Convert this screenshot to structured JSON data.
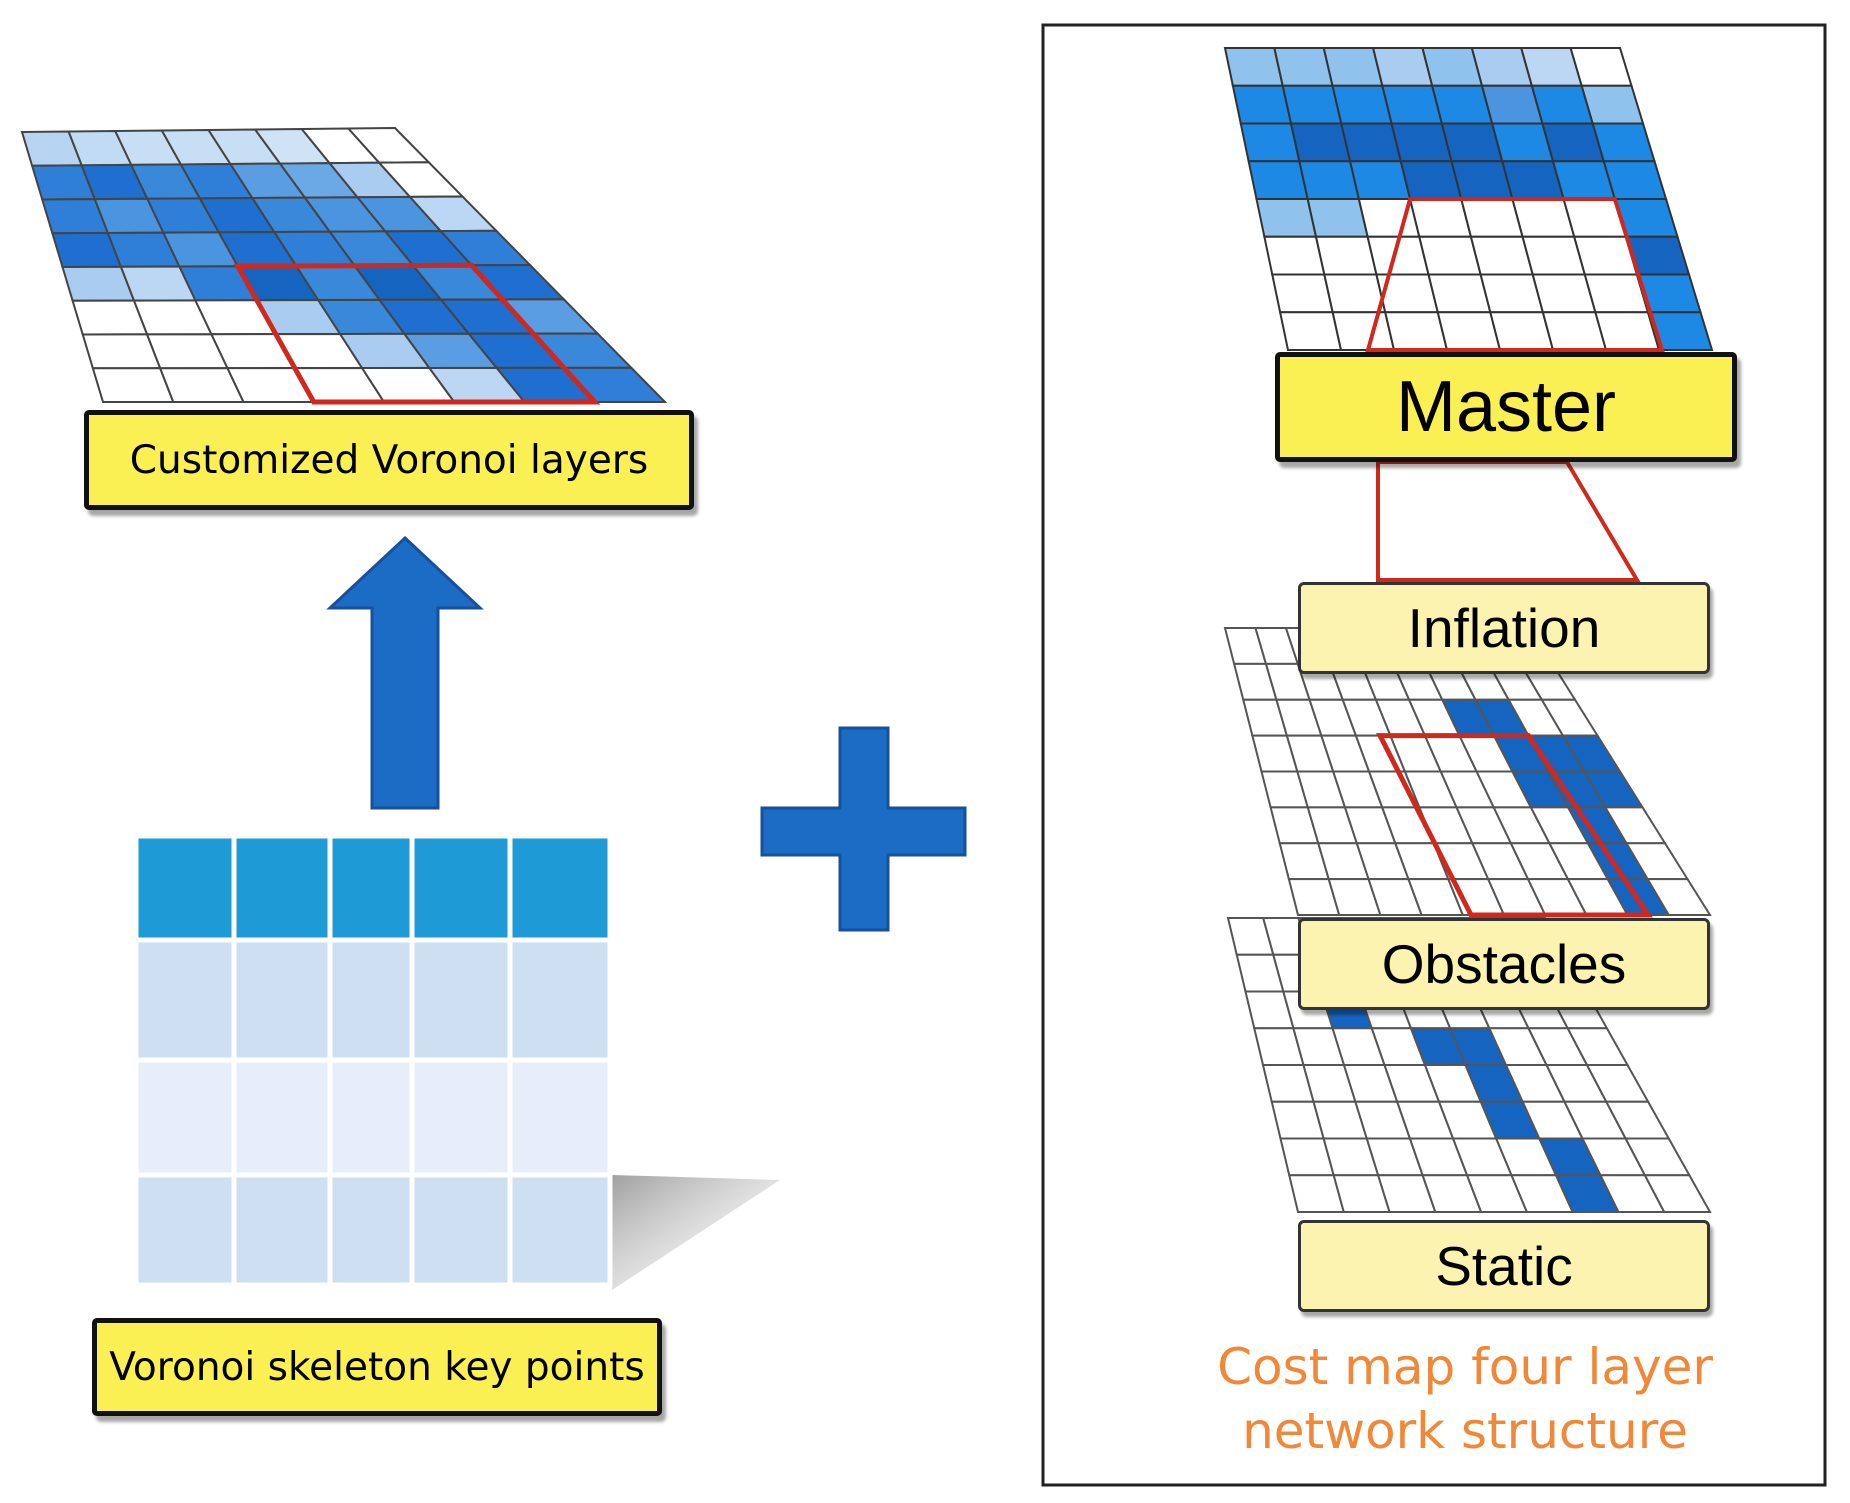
{
  "left": {
    "top_label": "Customized Voronoi layers",
    "bottom_label": "Voronoi skeleton key points"
  },
  "right": {
    "layers": [
      "Master",
      "Inflation",
      "Obstacles",
      "Static"
    ],
    "caption_line1": "Cost map four layer",
    "caption_line2": "network structure"
  },
  "colors": {
    "dark_blue": "#1565c0",
    "mid_blue": "#1e88e5",
    "light_blue": "#90c2ee",
    "highlight_red": "#d0281c",
    "label_yellow": "#fbf053",
    "label_pale": "#fcf3b0",
    "caption_orange": "#f08838"
  },
  "icons": [
    "up-arrow-icon",
    "plus-icon"
  ]
}
